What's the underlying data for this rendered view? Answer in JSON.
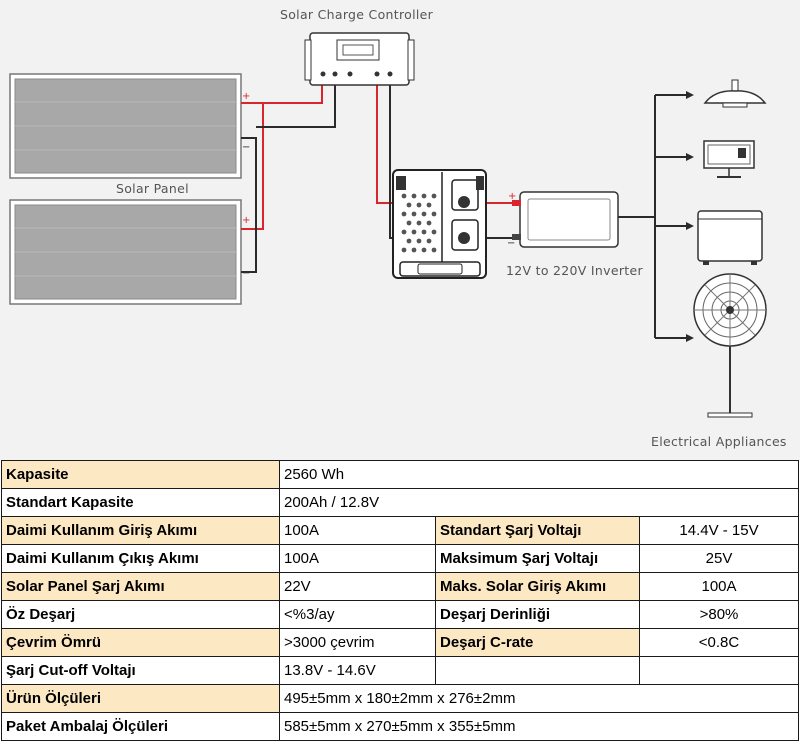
{
  "diagram": {
    "controller_label": "Solar Charge Controller",
    "panel_label": "Solar  Panel",
    "inverter_label": "12V to 220V Inverter",
    "appliances_label": "Electrical Appliances",
    "plus_sign": "+",
    "minus_sign": "−",
    "colors": {
      "positive": "#d9262c",
      "negative": "#2b2b2b",
      "panel_fill": "#a8a8a8",
      "label": "#555555"
    },
    "icons": [
      "solar-panel-icon",
      "charge-controller-icon",
      "battery-icon",
      "inverter-icon",
      "lamp-icon",
      "monitor-icon",
      "appliance-icon",
      "fan-icon"
    ]
  },
  "specs": {
    "rows": [
      {
        "k1": "Kapasite",
        "v1": "2560 Wh"
      },
      {
        "k1": "Standart Kapasite",
        "v1": "200Ah / 12.8V"
      },
      {
        "k1": "Daimi Kullanım Giriş Akımı",
        "v1": "100A",
        "k2": "Standart Şarj Voltajı",
        "v2": "14.4V - 15V"
      },
      {
        "k1": "Daimi Kullanım Çıkış Akımı",
        "v1": "100A",
        "k2": "Maksimum Şarj Voltajı",
        "v2": "25V"
      },
      {
        "k1": "Solar Panel Şarj Akımı",
        "v1": "22V",
        "k2": "Maks. Solar Giriş Akımı",
        "v2": "100A"
      },
      {
        "k1": "Öz Deşarj",
        "v1": "<%3/ay",
        "k2": "Deşarj Derinliği",
        "v2": ">80%"
      },
      {
        "k1": "Çevrim Ömrü",
        "v1": ">3000 çevrim",
        "k2": "Deşarj C-rate",
        "v2": "<0.8C"
      },
      {
        "k1": "Şarj Cut-off Voltajı",
        "v1": "13.8V - 14.6V",
        "k2": "",
        "v2": ""
      },
      {
        "k1": "Ürün Ölçüleri",
        "v1": "495±5mm x 180±2mm x 276±2mm"
      },
      {
        "k1": "Paket Ambalaj Ölçüleri",
        "v1": "585±5mm x 270±5mm x 355±5mm"
      }
    ]
  }
}
